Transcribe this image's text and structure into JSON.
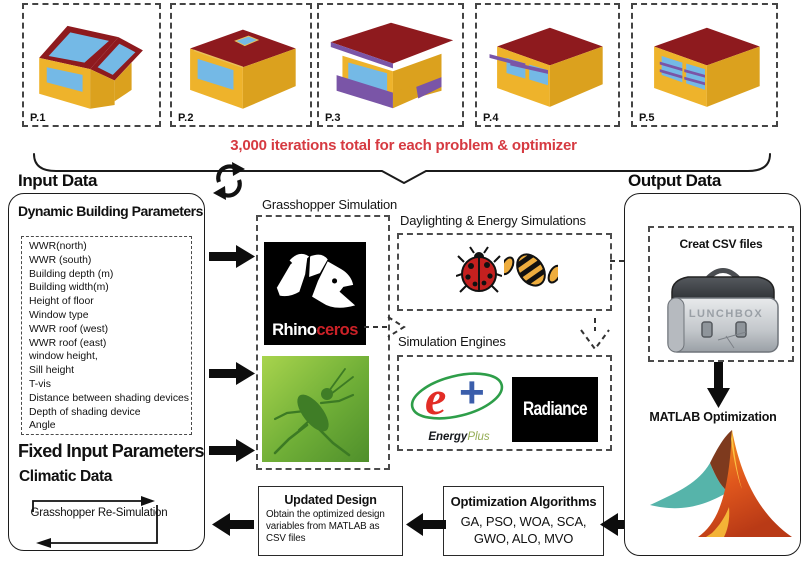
{
  "problems": [
    "P.1",
    "P.2",
    "P.3",
    "P.4",
    "P.5"
  ],
  "banner": {
    "text": "3,000 iterations total for each problem & optimizer"
  },
  "input": {
    "heading": "Input Data",
    "dynamic_title": "Dynamic Building Parameters",
    "parameters": [
      "WWR(north)",
      "WWR (south)",
      "Building depth (m)",
      "Building width(m)",
      "Height of floor",
      "Window type",
      "WWR roof (west)",
      "WWR roof (east)",
      "window height,",
      "Sill height",
      "T-vis",
      "Distance between shading devices",
      "Depth of shading device",
      "Angle"
    ],
    "fixed_title": "Fixed Input Parameters",
    "climatic_title": "Climatic Data",
    "resimulation_label": "Grasshopper Re-Simulation"
  },
  "middle": {
    "grasshopper_label": "Grasshopper Simulation",
    "rhino_white": "Rhino",
    "rhino_red": "ceros",
    "daylighting_label": "Daylighting & Energy Simulations",
    "engines_label": "Simulation Engines",
    "energyplus_bold": "Energy",
    "energyplus_light": "Plus",
    "radiance_label": "Radiance"
  },
  "bottom": {
    "updated_title": "Updated Design",
    "updated_body": "Obtain the optimized design variables from MATLAB as CSV files",
    "algorithms_title": "Optimization Algorithms",
    "algorithms_line1": "GA, PSO, WOA, SCA,",
    "algorithms_line2": "GWO, ALO, MVO"
  },
  "output": {
    "heading": "Output Data",
    "csv_label": "Creat CSV files",
    "lunchbox_label": "LUNCHBOX",
    "matlab_label": "MATLAB Optimization"
  },
  "colors": {
    "banner_red": "#d63a41",
    "roof_maroon": "#8e1a1e",
    "wall_yellow": "#eeb32b",
    "wall_yellow_dark": "#dba11e",
    "window_blue": "#74b9e6",
    "shading_purple": "#7a55a7",
    "rhino_red": "#cc2127",
    "grasshopper_green": "#5c9e31",
    "ladybug_red": "#c4201f",
    "honeybee_yellow": "#eead3e",
    "energyplus_red": "#e22d26",
    "energyplus_blue": "#3b5eab",
    "energyplus_green": "#2e9e49"
  }
}
